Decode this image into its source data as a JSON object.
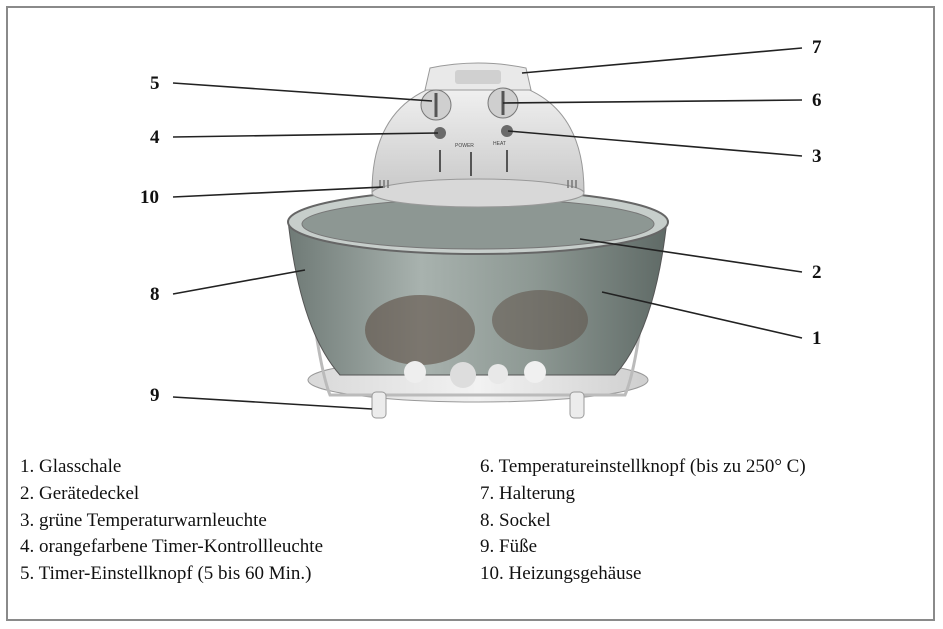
{
  "callouts": [
    "1",
    "2",
    "3",
    "4",
    "5",
    "6",
    "7",
    "8",
    "9",
    "10"
  ],
  "legend": {
    "left": [
      "1. Glasschale",
      "2. Gerätedeckel",
      "3. grüne Temperaturwarnleuchte",
      "4. orangefarbene Timer-Kontrollleuchte",
      "5. Timer-Einstellknopf (5 bis 60 Min.)"
    ],
    "right": [
      "6. Temperatureinstellknopf (bis zu 250° C)",
      "7. Halterung",
      "8. Sockel",
      "9. Füße",
      "10. Heizungsgehäuse"
    ]
  },
  "panel_labels": [
    "POWER",
    "HEAT"
  ]
}
